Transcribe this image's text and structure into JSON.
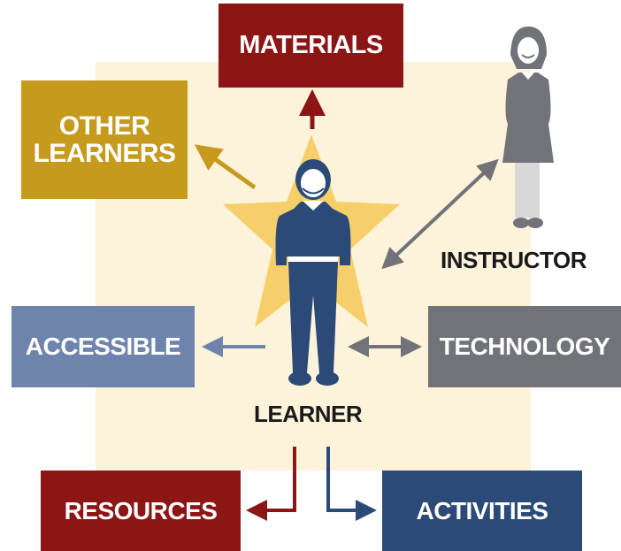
{
  "boxes": {
    "materials": "MATERIALS",
    "other_learners_line1": "OTHER",
    "other_learners_line2": "LEARNERS",
    "accessible": "ACCESSIBLE",
    "technology": "TECHNOLOGY",
    "resources": "RESOURCES",
    "activities": "ACTIVITIES"
  },
  "labels": {
    "instructor": "INSTRUCTOR",
    "learner": "LEARNER"
  },
  "colors": {
    "maroon": "#8c1515",
    "gold": "#c59a1d",
    "slate_blue": "#6e84ad",
    "gray": "#717378",
    "navy": "#2b4a78",
    "star": "#f6cf6a",
    "background_panel": "#fdf3da"
  },
  "icons": [
    "learner-figure-icon",
    "instructor-figure-icon",
    "star-icon"
  ]
}
